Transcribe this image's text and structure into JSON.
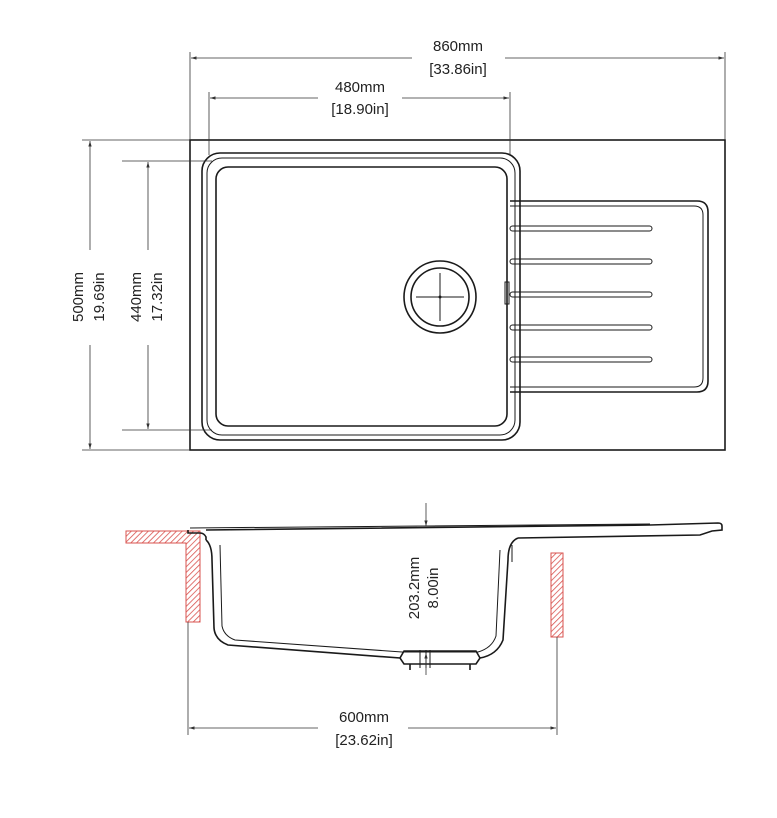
{
  "dimensions": {
    "overall_width": {
      "value": "860mm",
      "alt": "[33.86in]"
    },
    "bowl_width": {
      "value": "480mm",
      "alt": "[18.90in]"
    },
    "overall_depth": {
      "value": "500mm",
      "alt": "19.69in"
    },
    "bowl_depth": {
      "value": "440mm",
      "alt": "17.32in"
    },
    "bowl_height": {
      "value": "203.2mm",
      "alt": "8.00in"
    },
    "cabinet_width": {
      "value": "600mm",
      "alt": "[23.62in]"
    }
  },
  "colors": {
    "line": "#1a1a1a",
    "cabinet_hatch": "#d9534f"
  }
}
